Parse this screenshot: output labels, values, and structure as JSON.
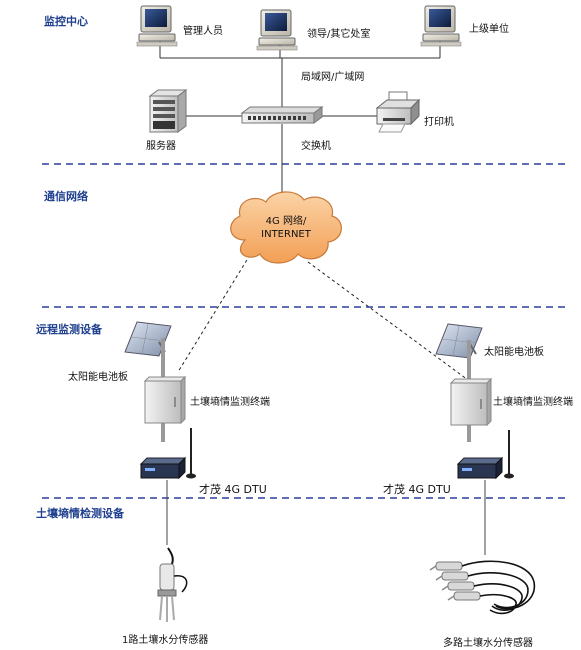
{
  "sections": {
    "monitor_center": "监控中心",
    "communication": "通信网络",
    "remote_equipment": "远程监测设备",
    "soil_equipment": "土壤墒情检测设备"
  },
  "devices": {
    "manager": "管理人员",
    "leader": "领导/其它处室",
    "superior": "上级单位",
    "lan_wan": "局域网/广域网",
    "server": "服务器",
    "switch": "交换机",
    "printer": "打印机"
  },
  "cloud": {
    "line1": "4G 网络/",
    "line2": "INTERNET"
  },
  "left_site": {
    "solar": "太阳能电池板",
    "terminal": "土壤墒情监测终端",
    "dtu": "才茂 4G DTU",
    "sensor": "1路土壤水分传感器"
  },
  "right_site": {
    "solar": "太阳能电池板",
    "terminal": "土壤墒情监测终端",
    "dtu": "才茂 4G DTU",
    "sensor": "多路土壤水分传感器"
  },
  "colors": {
    "section_title": "#1f3f8f",
    "divider": "#2b3fa0",
    "cloud_fill": "#f7b97b",
    "cloud_stroke": "#c77a3a"
  },
  "icons": [
    "computer-icon",
    "server-icon",
    "switch-icon",
    "printer-icon",
    "cloud-icon",
    "solar-panel-icon",
    "terminal-box-icon",
    "dtu-icon",
    "antenna-icon",
    "sensor-icon"
  ]
}
